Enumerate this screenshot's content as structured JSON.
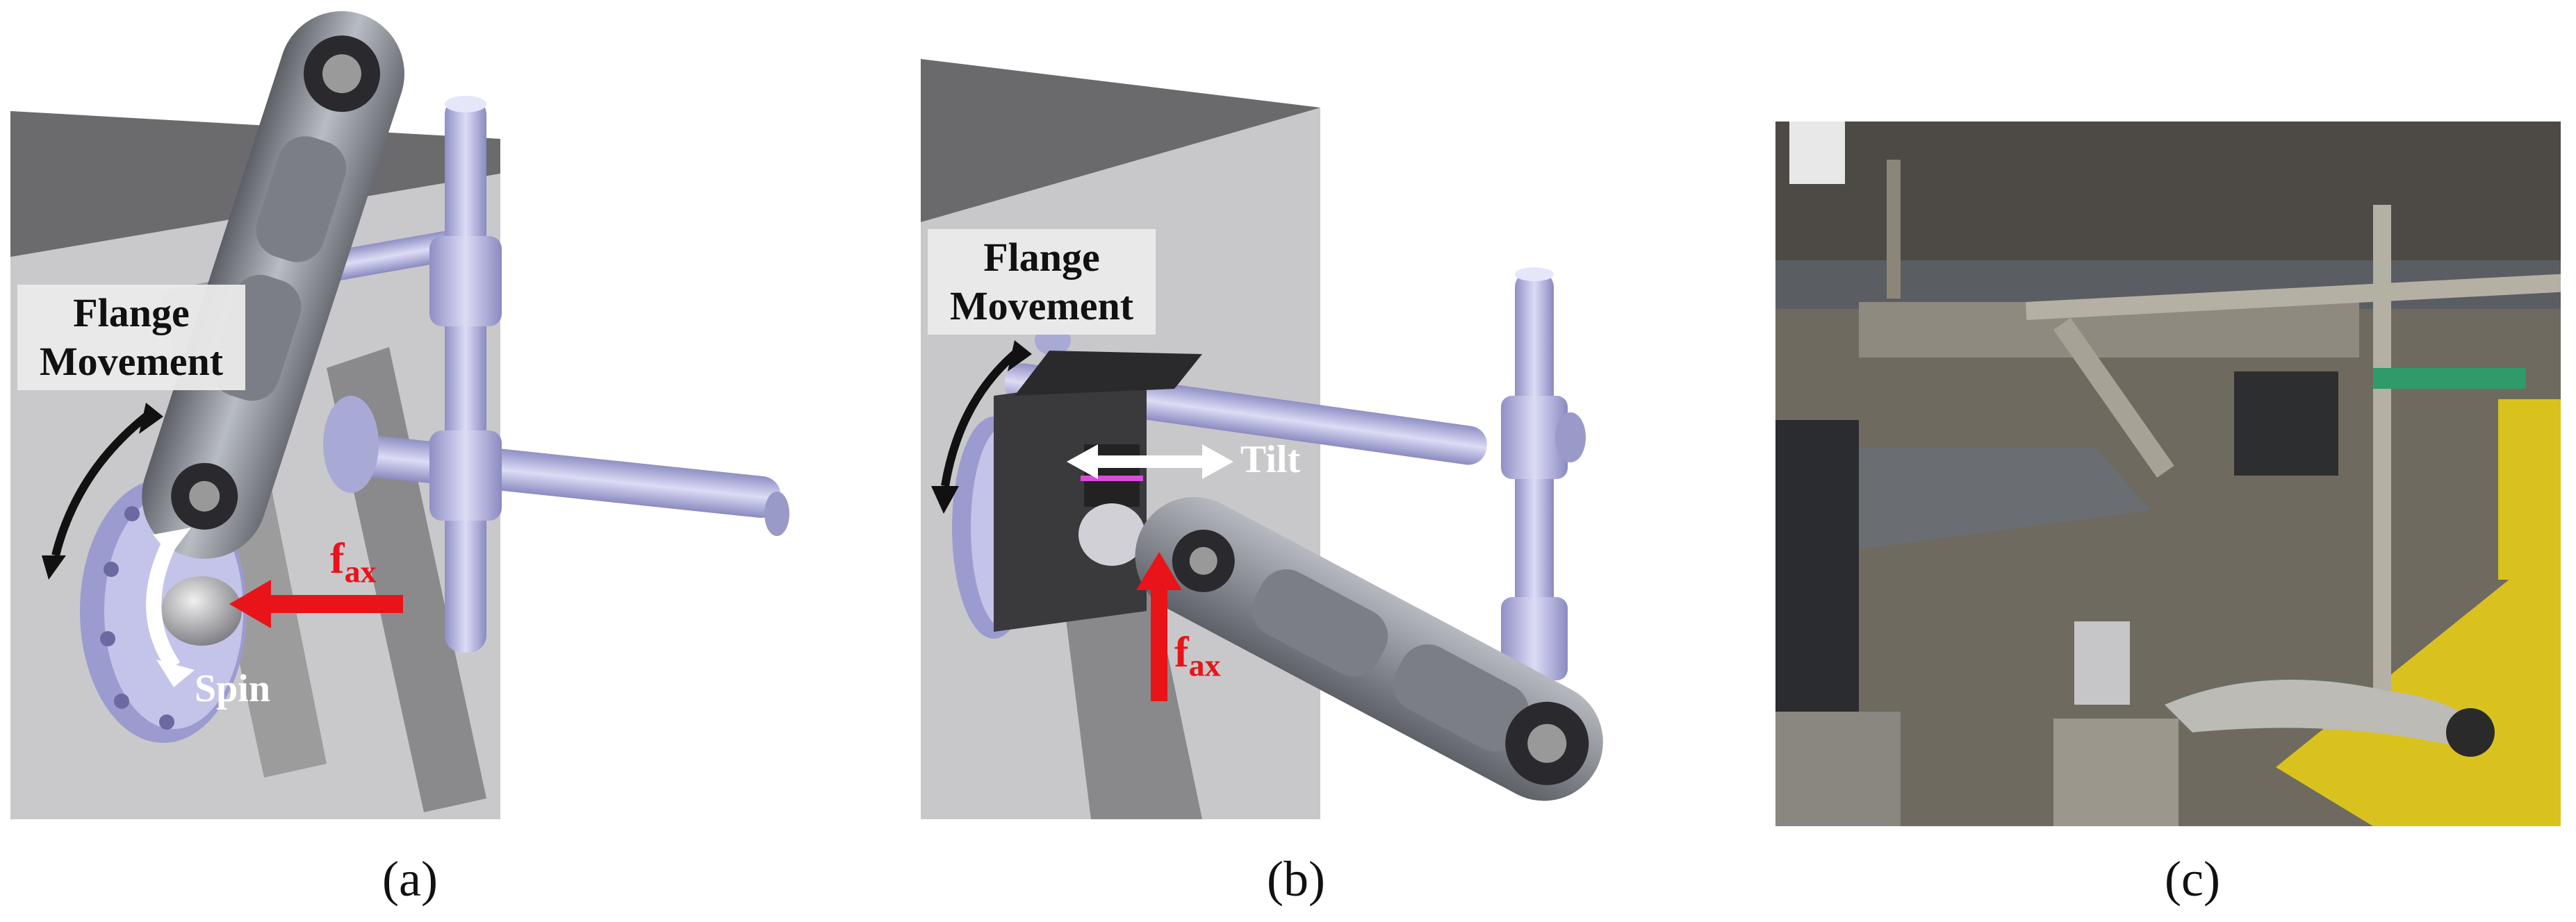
{
  "captions": {
    "a": "(a)",
    "b": "(b)",
    "c": "(c)"
  },
  "panel_a": {
    "flange_label": "Flange Movement",
    "force_label": "f",
    "force_subscript": "ax",
    "spin_label": "Spin"
  },
  "panel_b": {
    "flange_label": "Flange Movement",
    "tilt_label": "Tilt",
    "force_label": "f",
    "force_subscript": "ax"
  },
  "colors": {
    "force_arrow": "#e8141a",
    "metal_arm": "#8f9299",
    "fixture": "#b9b9e4",
    "wall": "#c7c7c9",
    "shadow": "#6b6b6d",
    "photo_bg": "#7a7466",
    "yellow": "#d9c21e"
  },
  "icons": {
    "flange_arrow": "curved-double-arrow",
    "spin_arrow": "curved-white-arrow",
    "tilt_arrow": "horizontal-double-arrow",
    "force_arrow": "red-arrow"
  }
}
